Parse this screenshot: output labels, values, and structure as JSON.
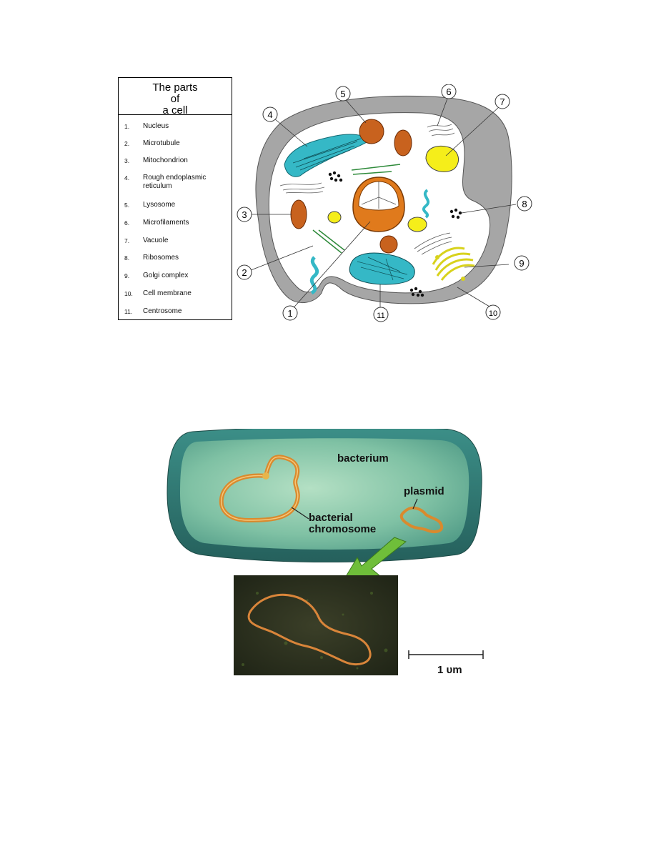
{
  "cell_diagram": {
    "title_lines": [
      "The parts",
      "of",
      "a cell"
    ],
    "parts": [
      {
        "num": "1.",
        "label": "Nucleus"
      },
      {
        "num": "2.",
        "label": "Microtubule"
      },
      {
        "num": "3.",
        "label": "Mitochondrion"
      },
      {
        "num": "4.",
        "label": "Rough endoplasmic reticulum"
      },
      {
        "num": "5.",
        "label": "Lysosome"
      },
      {
        "num": "6.",
        "label": "Microfilaments"
      },
      {
        "num": "7.",
        "label": "Vacuole"
      },
      {
        "num": "8.",
        "label": "Ribosomes"
      },
      {
        "num": "9.",
        "label": "Golgi complex"
      },
      {
        "num": "10.",
        "label": "Cell membrane"
      },
      {
        "num": "11.",
        "label": "Centrosome"
      }
    ],
    "callouts": [
      "1",
      "2",
      "3",
      "4",
      "5",
      "6",
      "7",
      "8",
      "9",
      "10",
      "11"
    ],
    "colors": {
      "membrane": "#a6a6a6",
      "er": "#35b8c6",
      "mitochondrion": "#c8621e",
      "nucleus": "#e07a1c",
      "vacuole": "#f5ee1a",
      "golgi": "#d8d21c",
      "ribosome": "#111111"
    }
  },
  "bacterium_diagram": {
    "labels": {
      "bacterium": "bacterium",
      "plasmid": "plasmid",
      "chromosome_line1": "bacterial",
      "chromosome_line2": "chromosome"
    },
    "scale_bar": "1 υm",
    "colors": {
      "cell_wall": "#2f7b76",
      "cytoplasm": "#7fc1a4",
      "dna": "#d98a2e",
      "arrow": "#6fbe3a",
      "micrograph_bg": "#2a2f1f"
    }
  }
}
